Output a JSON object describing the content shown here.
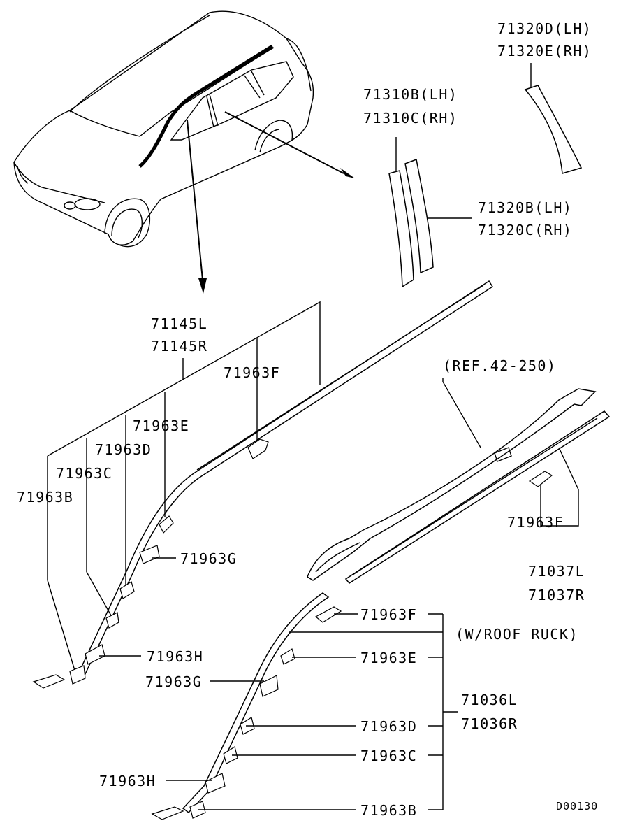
{
  "labels": {
    "p71320D": "71320D(LH)",
    "p71320E": "71320E(RH)",
    "p71310B": "71310B(LH)",
    "p71310C": "71310C(RH)",
    "p71320B": "71320B(LH)",
    "p71320C": "71320C(RH)",
    "p71145L": "71145L",
    "p71145R": "71145R",
    "a71963F": "71963F",
    "a71963E": "71963E",
    "a71963D": "71963D",
    "a71963C": "71963C",
    "a71963B": "71963B",
    "a71963G": "71963G",
    "a71963H": "71963H",
    "ref": "(REF.42-250)",
    "r71963F": "71963F",
    "p71037L": "71037L",
    "p71037R": "71037R",
    "b71963F": "71963F",
    "roof": "(W/ROOF RUCK)",
    "b71963E": "71963E",
    "b71963G": "71963G",
    "p71036L": "71036L",
    "p71036R": "71036R",
    "b71963D": "71963D",
    "b71963C": "71963C",
    "b71963H": "71963H",
    "b71963B": "71963B",
    "code": "D00130"
  }
}
